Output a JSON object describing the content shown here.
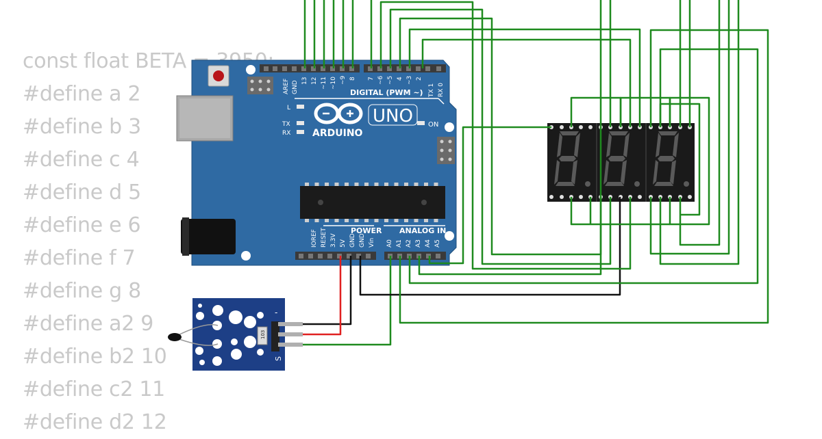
{
  "code_lines": [
    "const float BETA = 3950;",
    "#define a 2",
    "#define b 3",
    "#define c 4",
    "#define d 5",
    "#define e 6",
    "#define f 7",
    "#define g 8",
    "#define a2 9",
    "#define b2 10",
    "#define c2 11",
    "#define d2 12"
  ],
  "arduino": {
    "logo_text": "ARDUINO",
    "model": "UNO",
    "digital_header": "DIGITAL (PWM ~)",
    "power_header": "POWER",
    "analog_header": "ANALOG IN",
    "on_label": "ON",
    "l_label": "L",
    "tx_label": "TX",
    "rx_label": "RX",
    "digital_pins": [
      "AREF",
      "GND",
      "13",
      "12",
      "~11",
      "~10",
      "~9",
      "8",
      "7",
      "~6",
      "~5",
      "4",
      "~3",
      "2",
      "TX 1",
      "RX 0"
    ],
    "power_pins": [
      "IOREF",
      "RESET",
      "3.3V",
      "5V",
      "GND",
      "GND",
      "Vin"
    ],
    "analog_pins": [
      "A0",
      "A1",
      "A2",
      "A3",
      "A4",
      "A5"
    ]
  },
  "sensor": {
    "resistor_code": "103",
    "pin_minus": "-",
    "pin_signal": "S"
  },
  "display": {
    "digits": 3,
    "shown": "8.8.8."
  },
  "colors": {
    "board": "#2f6aa3",
    "board_dark": "#1f4f7d",
    "wire_green": "#1e8a1e",
    "wire_red": "#e02020",
    "wire_black": "#111111",
    "code_text": "#c9c9c9",
    "sensor_board": "#1d3f86",
    "display_body": "#1a1a1a",
    "segment_off": "#5a5a5a"
  }
}
